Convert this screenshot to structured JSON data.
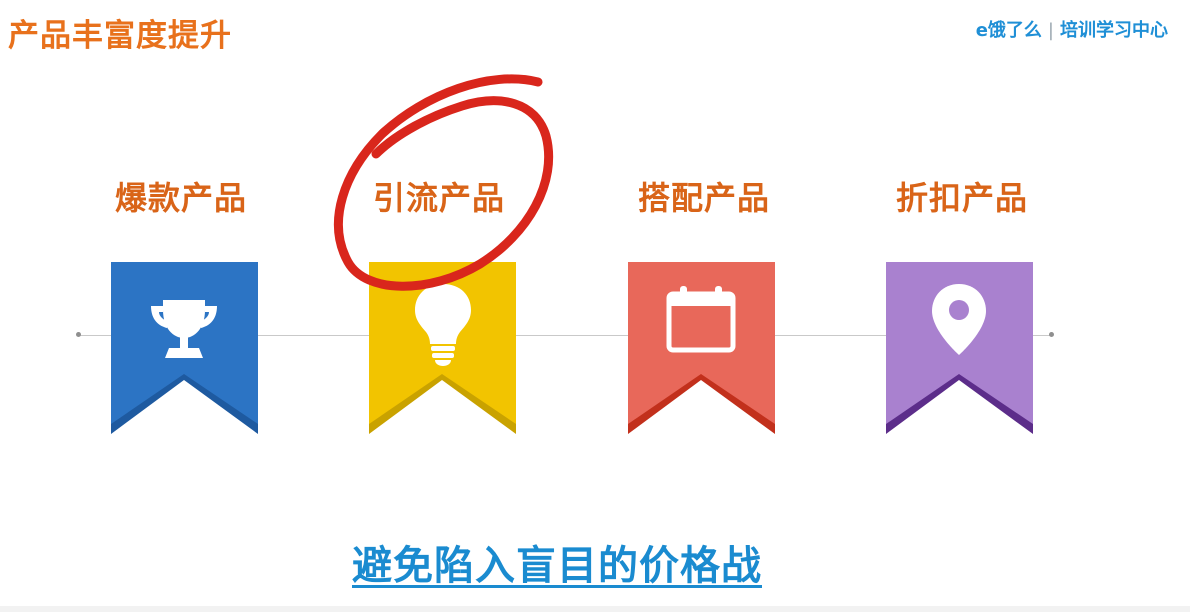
{
  "slide": {
    "title": "产品丰富度提升",
    "logo": {
      "brand": "e饿了么",
      "separator": "|",
      "subtitle": "培训学习中心"
    },
    "categories": [
      {
        "label": "爆款产品",
        "icon": "trophy-icon",
        "color": "#2c74c4",
        "dark": "#1e5aa0"
      },
      {
        "label": "引流产品",
        "icon": "lightbulb-icon",
        "color": "#f2c400",
        "dark": "#c9a200"
      },
      {
        "label": "搭配产品",
        "icon": "calendar-icon",
        "color": "#e8685a",
        "dark": "#c2301c"
      },
      {
        "label": "折扣产品",
        "icon": "map-pin-icon",
        "color": "#a981cf",
        "dark": "#5c2d8a"
      }
    ],
    "slogan": "避免陷入盲目的价格战",
    "annotation_color": "#d9261c"
  }
}
